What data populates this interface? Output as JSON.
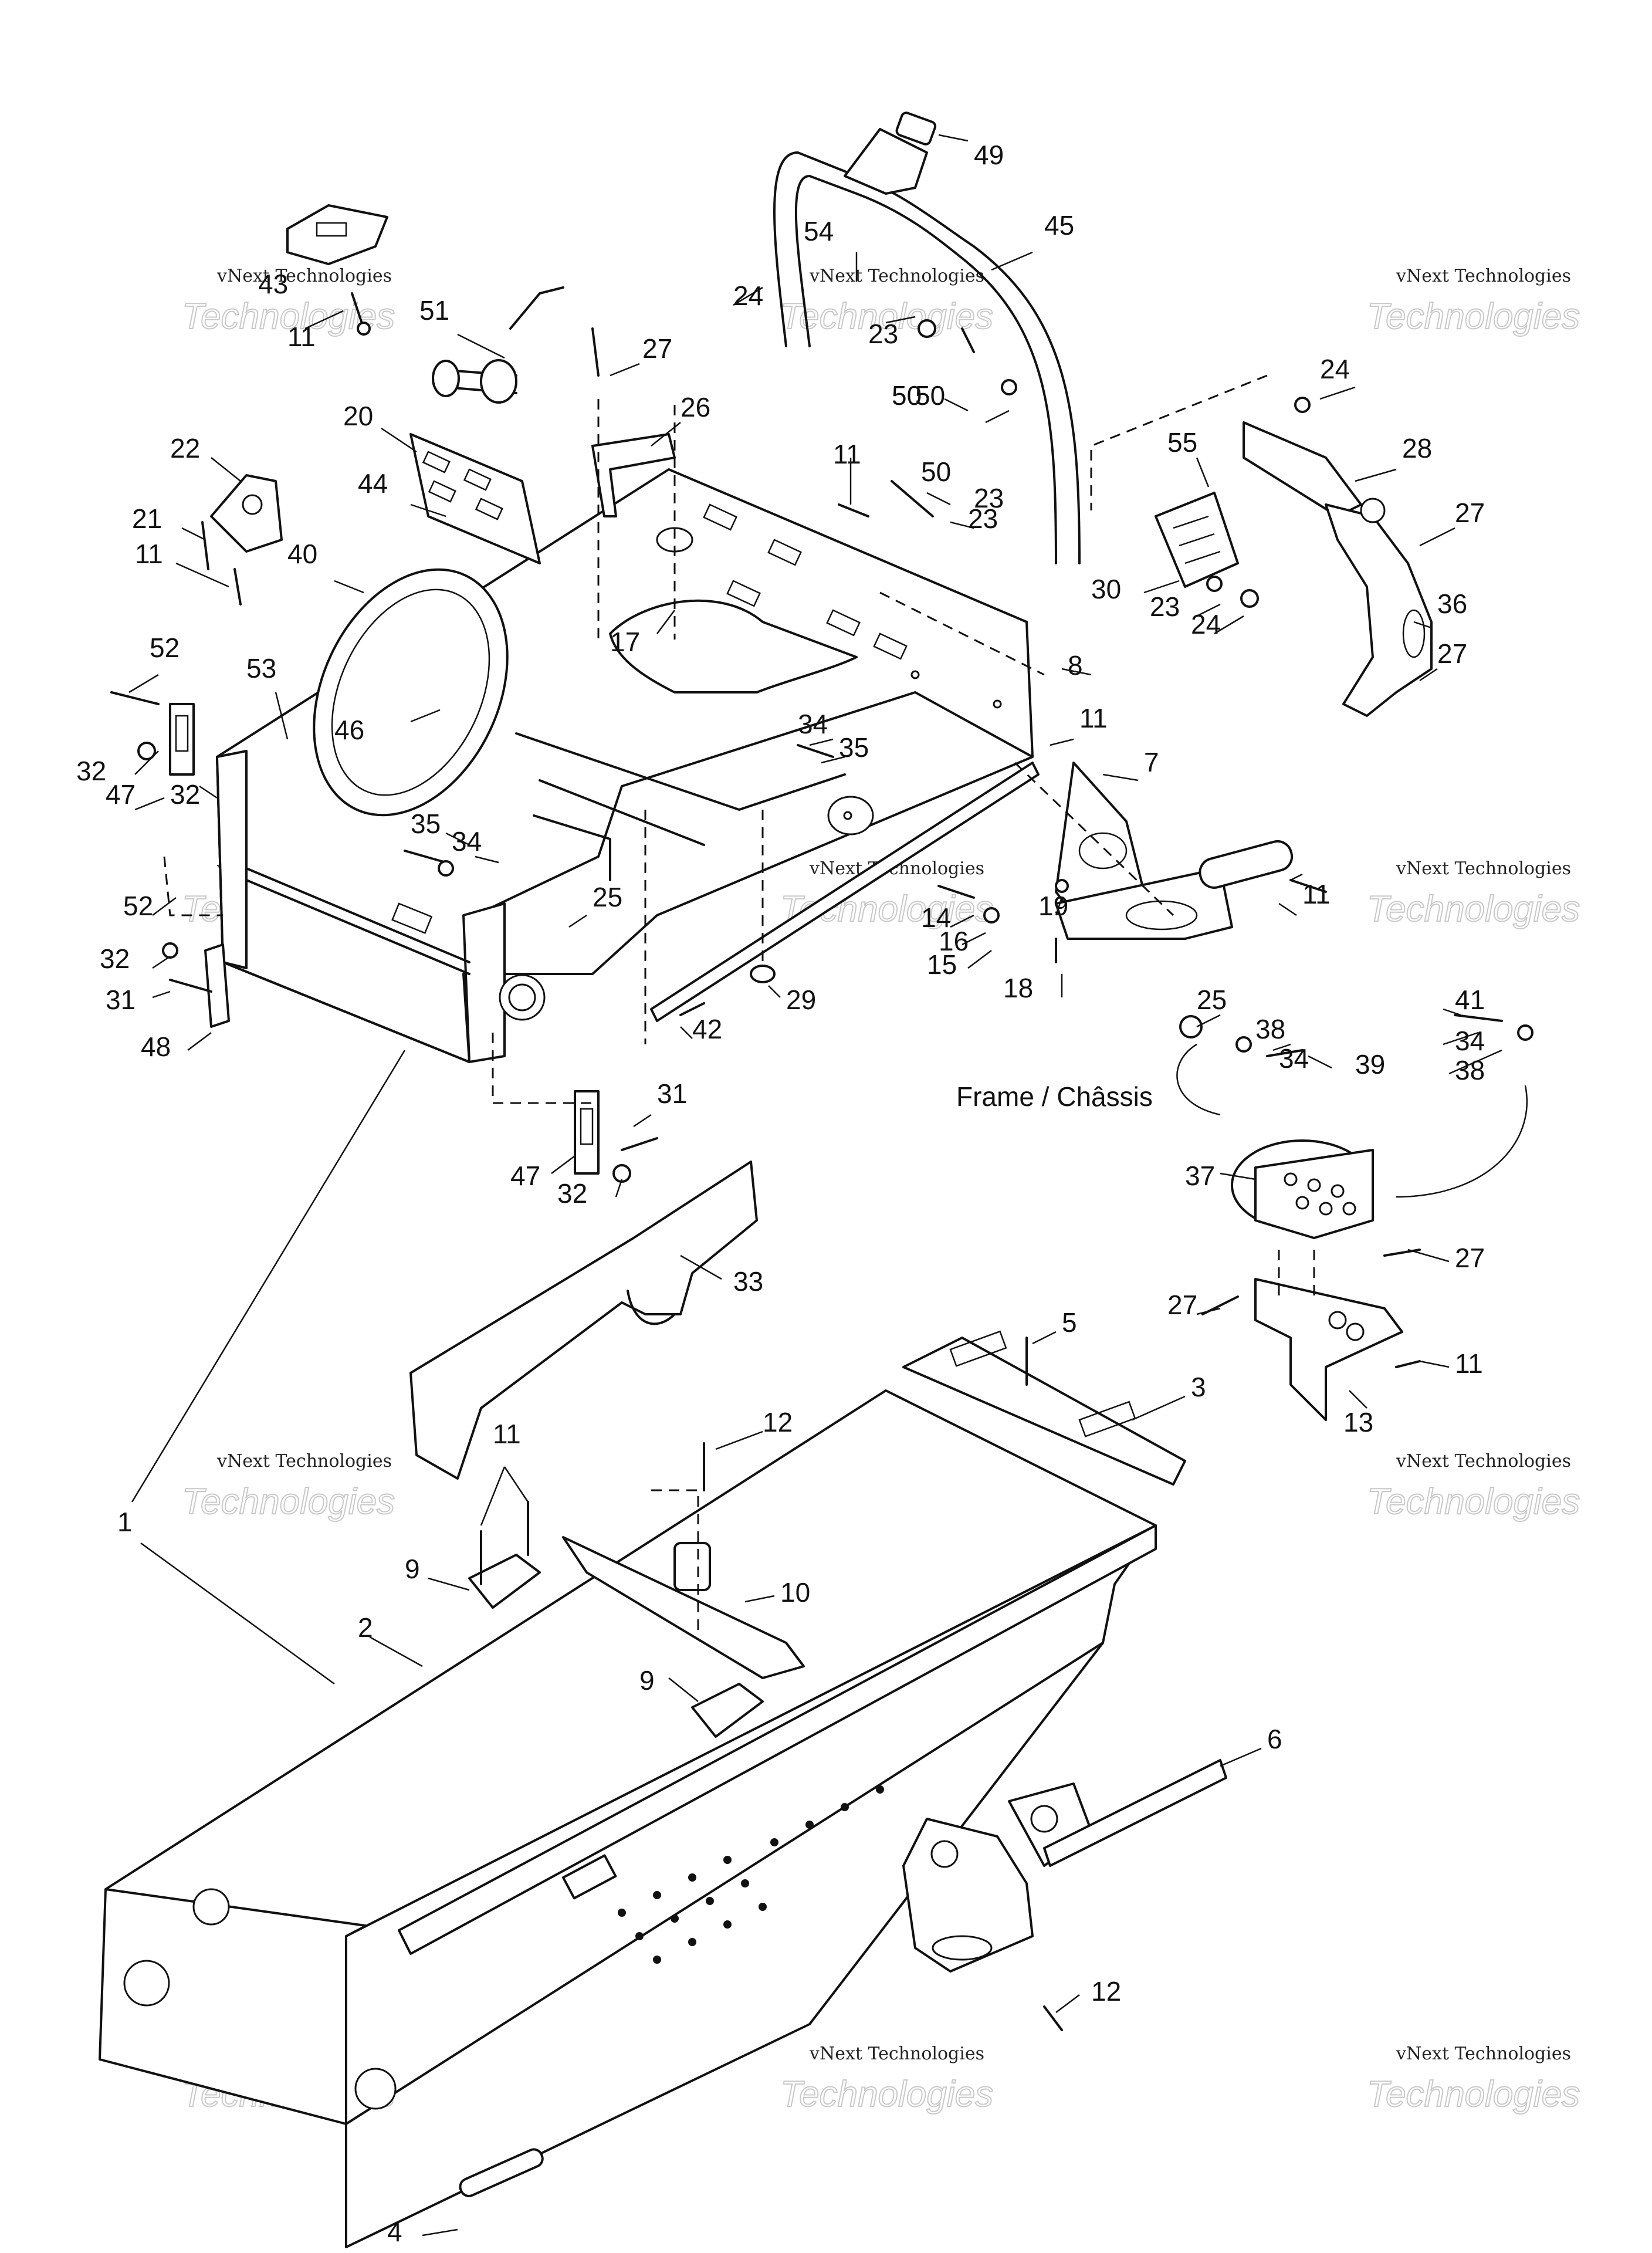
{
  "diagram": {
    "caption": "Frame / Châssis",
    "watermark": {
      "line1": "vNext Technologies",
      "line2": "Technologies"
    },
    "callouts": [
      "43",
      "11",
      "51",
      "27",
      "26",
      "20",
      "44",
      "22",
      "21",
      "11",
      "40",
      "52",
      "53",
      "32",
      "47",
      "32",
      "46",
      "17",
      "49",
      "54",
      "24",
      "23",
      "50",
      "45",
      "50",
      "23",
      "24",
      "28",
      "55",
      "11",
      "50",
      "23",
      "27",
      "30",
      "23",
      "24",
      "36",
      "8",
      "27",
      "34",
      "35",
      "11",
      "7",
      "35",
      "34",
      "25",
      "52",
      "32",
      "31",
      "48",
      "14",
      "16",
      "19",
      "15",
      "11",
      "29",
      "18",
      "42",
      "25",
      "38",
      "34",
      "39",
      "41",
      "34",
      "38",
      "31",
      "47",
      "32",
      "37",
      "33",
      "27",
      "27",
      "11",
      "13",
      "5",
      "3",
      "12",
      "11",
      "9",
      "10",
      "1",
      "2",
      "9",
      "6",
      "12",
      "4"
    ]
  }
}
